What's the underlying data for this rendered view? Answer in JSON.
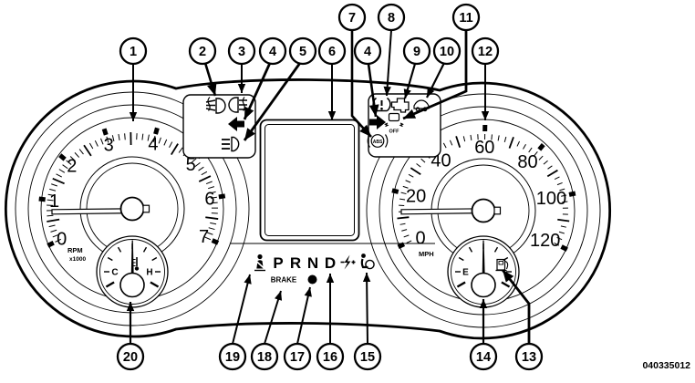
{
  "figure": {
    "code": "040335012"
  },
  "cluster": {
    "tachometer": {
      "numbers": [
        "0",
        "1",
        "2",
        "3",
        "4",
        "5",
        "6",
        "7"
      ],
      "min": 0,
      "max": 7,
      "unit_label": "RPM",
      "unit_multiplier": "x1000",
      "needle_value": 0.9
    },
    "speedometer": {
      "numbers": [
        "0",
        "20",
        "40",
        "60",
        "80",
        "100",
        "120"
      ],
      "min": 0,
      "max": 120,
      "unit_label": "MPH",
      "needle_value": 8
    },
    "temperature_gauge": {
      "cold_label": "C",
      "hot_label": "H"
    },
    "fuel_gauge": {
      "empty_label": "E"
    },
    "gear_indicator": {
      "letters": [
        "P",
        "R",
        "N",
        "D"
      ]
    },
    "brake_warning_label": "BRAKE",
    "esc_off_label": "OFF",
    "abs_label": "ABS"
  },
  "callouts": [
    {
      "num": "1",
      "target": "tachometer"
    },
    {
      "num": "2",
      "target": "front-fog-indicator"
    },
    {
      "num": "3",
      "target": "rear-fog-indicator"
    },
    {
      "num": "4",
      "target": "left-turn-signal-indicator"
    },
    {
      "num": "5",
      "target": "high-beam-indicator"
    },
    {
      "num": "6",
      "target": "driver-info-display"
    },
    {
      "num": "7",
      "target": "abs-indicator"
    },
    {
      "num": "4",
      "target": "right-turn-signal-indicator"
    },
    {
      "num": "8",
      "target": "tpms-indicator"
    },
    {
      "num": "9",
      "target": "check-engine-indicator"
    },
    {
      "num": "10",
      "target": "security-indicator"
    },
    {
      "num": "11",
      "target": "esc-off-indicator"
    },
    {
      "num": "12",
      "target": "speedometer"
    },
    {
      "num": "13",
      "target": "fuel-pump-symbol"
    },
    {
      "num": "14",
      "target": "fuel-gauge"
    },
    {
      "num": "15",
      "target": "airbag-indicator"
    },
    {
      "num": "16",
      "target": "gear-indicator"
    },
    {
      "num": "17",
      "target": "brake-indicator-dot"
    },
    {
      "num": "18",
      "target": "brake-warning-label"
    },
    {
      "num": "19",
      "target": "seatbelt-indicator"
    },
    {
      "num": "20",
      "target": "temperature-gauge"
    }
  ]
}
